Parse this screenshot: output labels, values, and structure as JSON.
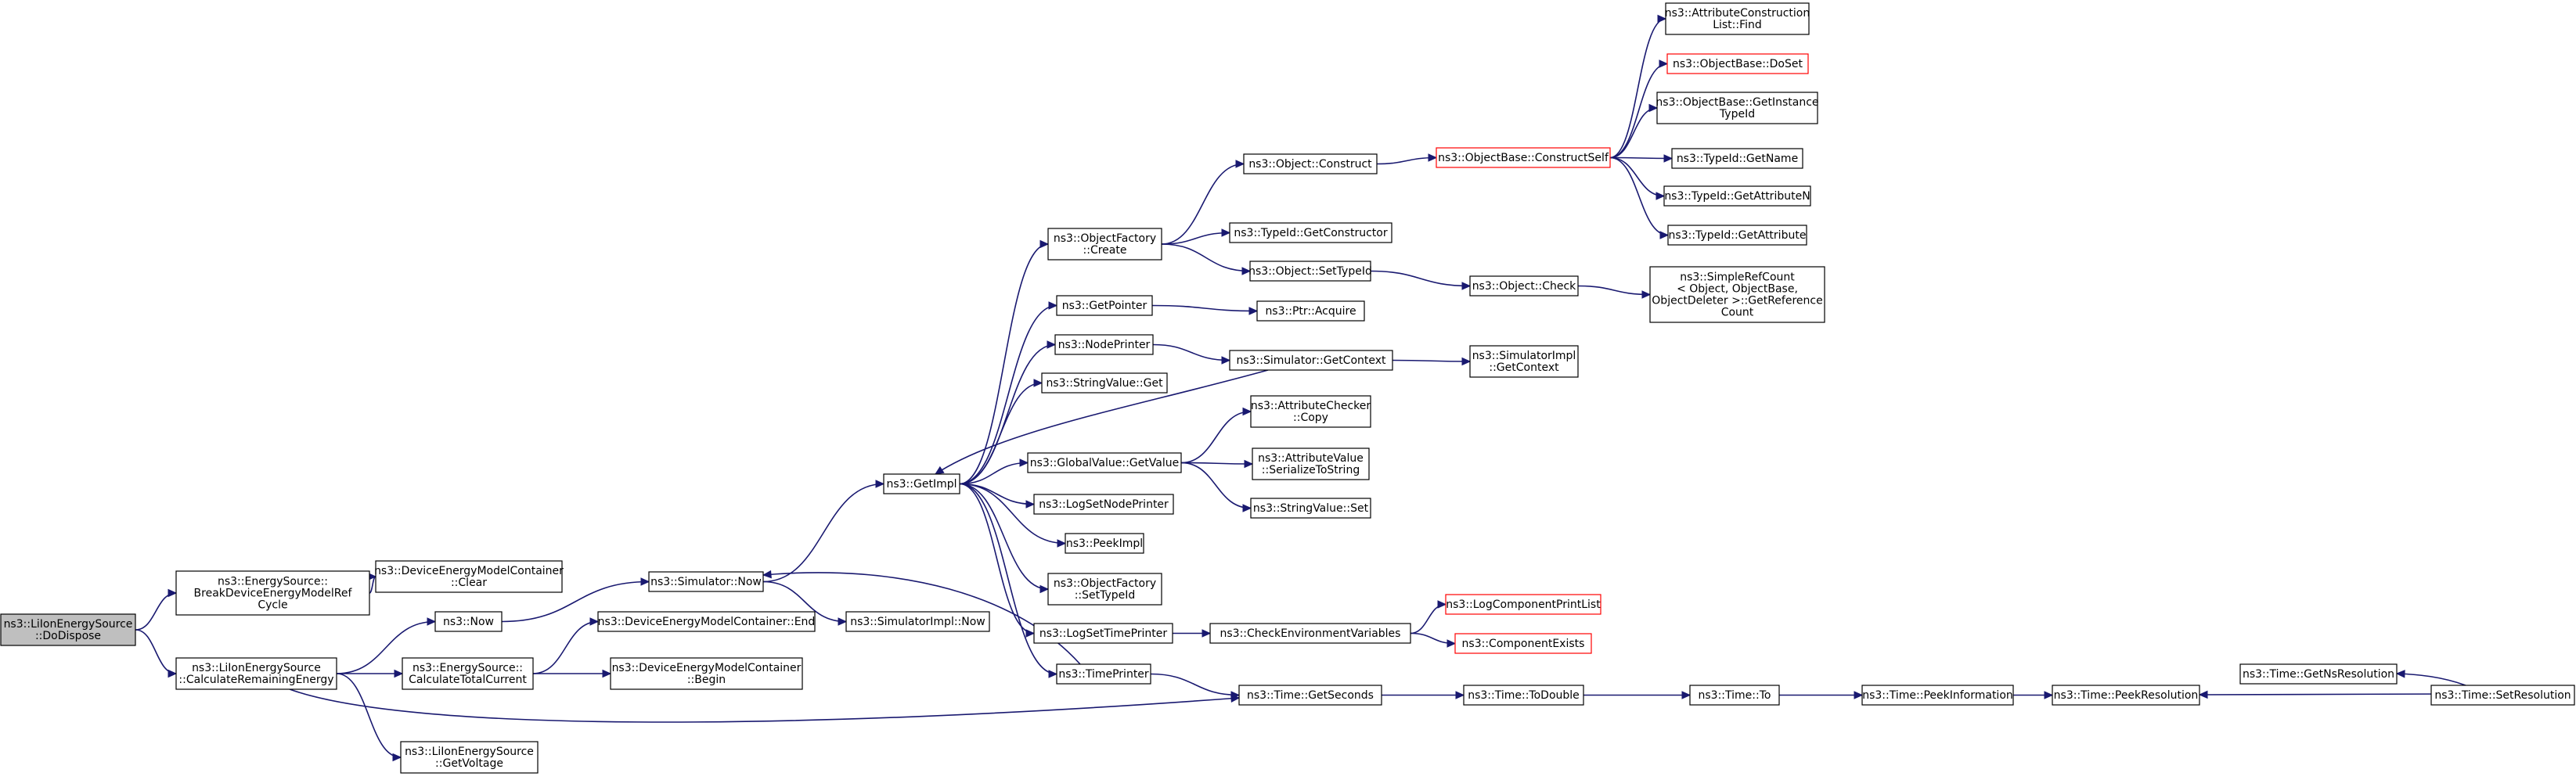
{
  "colors": {
    "edge": "#191970",
    "box_border": "#000000",
    "truncated_border": "#ff0000",
    "root_fill": "#bfbfbf",
    "background": "#ffffff"
  },
  "nodes": [
    {
      "id": "root",
      "lines": [
        "ns3::LiIonEnergySource",
        "::DoDispose"
      ],
      "root": true
    },
    {
      "id": "breakdev",
      "lines": [
        "ns3::EnergySource::",
        "BreakDeviceEnergyModelRef",
        "Cycle"
      ]
    },
    {
      "id": "calcrem",
      "lines": [
        "ns3::LiIonEnergySource",
        "::CalculateRemainingEnergy"
      ]
    },
    {
      "id": "demclear",
      "lines": [
        "ns3::DeviceEnergyModelContainer",
        "::Clear"
      ]
    },
    {
      "id": "now",
      "lines": [
        "ns3::Now"
      ]
    },
    {
      "id": "calctot",
      "lines": [
        "ns3::EnergySource::",
        "CalculateTotalCurrent"
      ]
    },
    {
      "id": "getvolt",
      "lines": [
        "ns3::LiIonEnergySource",
        "::GetVoltage"
      ]
    },
    {
      "id": "simnow",
      "lines": [
        "ns3::Simulator::Now"
      ]
    },
    {
      "id": "demend",
      "lines": [
        "ns3::DeviceEnergyModelContainer::End"
      ]
    },
    {
      "id": "dembegin",
      "lines": [
        "ns3::DeviceEnergyModelContainer",
        "::Begin"
      ]
    },
    {
      "id": "simimplnow",
      "lines": [
        "ns3::SimulatorImpl::Now"
      ]
    },
    {
      "id": "getimpl",
      "lines": [
        "ns3::GetImpl"
      ]
    },
    {
      "id": "objfactcreate",
      "lines": [
        "ns3::ObjectFactory",
        "::Create"
      ]
    },
    {
      "id": "getpointer",
      "lines": [
        "ns3::GetPointer"
      ]
    },
    {
      "id": "nodeprinter",
      "lines": [
        "ns3::NodePrinter"
      ]
    },
    {
      "id": "stringvalueget",
      "lines": [
        "ns3::StringValue::Get"
      ]
    },
    {
      "id": "globalvalueget",
      "lines": [
        "ns3::GlobalValue::GetValue"
      ]
    },
    {
      "id": "logsetnodeprinter",
      "lines": [
        "ns3::LogSetNodePrinter"
      ]
    },
    {
      "id": "peekimpl",
      "lines": [
        "ns3::PeekImpl"
      ]
    },
    {
      "id": "objfactsettypeid",
      "lines": [
        "ns3::ObjectFactory",
        "::SetTypeId"
      ]
    },
    {
      "id": "logsettimeprinter",
      "lines": [
        "ns3::LogSetTimePrinter"
      ]
    },
    {
      "id": "timeprinter",
      "lines": [
        "ns3::TimePrinter"
      ]
    },
    {
      "id": "objconstruct",
      "lines": [
        "ns3::Object::Construct"
      ]
    },
    {
      "id": "typeidgetctor",
      "lines": [
        "ns3::TypeId::GetConstructor"
      ]
    },
    {
      "id": "objsettypeid",
      "lines": [
        "ns3::Object::SetTypeId"
      ]
    },
    {
      "id": "ptracquire",
      "lines": [
        "ns3::Ptr::Acquire"
      ]
    },
    {
      "id": "simgetcontext",
      "lines": [
        "ns3::Simulator::GetContext"
      ]
    },
    {
      "id": "attrcheckercopy",
      "lines": [
        "ns3::AttributeChecker",
        "::Copy"
      ]
    },
    {
      "id": "attrvalueser",
      "lines": [
        "ns3::AttributeValue",
        "::SerializeToString"
      ]
    },
    {
      "id": "stringvalueset",
      "lines": [
        "ns3::StringValue::Set"
      ]
    },
    {
      "id": "checkenv",
      "lines": [
        "ns3::CheckEnvironmentVariables"
      ]
    },
    {
      "id": "timegetseconds",
      "lines": [
        "ns3::Time::GetSeconds"
      ]
    },
    {
      "id": "objbaseconstructself",
      "lines": [
        "ns3::ObjectBase::ConstructSelf"
      ],
      "truncated": true
    },
    {
      "id": "objcheck",
      "lines": [
        "ns3::Object::Check"
      ]
    },
    {
      "id": "simimplgetcontext",
      "lines": [
        "ns3::SimulatorImpl",
        "::GetContext"
      ]
    },
    {
      "id": "logcompprintlist",
      "lines": [
        "ns3::LogComponentPrintList"
      ],
      "truncated": true
    },
    {
      "id": "compexists",
      "lines": [
        "ns3::ComponentExists"
      ],
      "truncated": true
    },
    {
      "id": "timetodouble",
      "lines": [
        "ns3::Time::ToDouble"
      ]
    },
    {
      "id": "attrconstrfind",
      "lines": [
        "ns3::AttributeConstruction",
        "List::Find"
      ]
    },
    {
      "id": "objbasedoset",
      "lines": [
        "ns3::ObjectBase::DoSet"
      ],
      "truncated": true
    },
    {
      "id": "objbasegetinst",
      "lines": [
        "ns3::ObjectBase::GetInstance",
        "TypeId"
      ]
    },
    {
      "id": "typeidgetname",
      "lines": [
        "ns3::TypeId::GetName"
      ]
    },
    {
      "id": "typeidgetattrn",
      "lines": [
        "ns3::TypeId::GetAttributeN"
      ]
    },
    {
      "id": "typeidgetattr",
      "lines": [
        "ns3::TypeId::GetAttribute"
      ]
    },
    {
      "id": "simplerefcount",
      "lines": [
        "ns3::SimpleRefCount",
        "< Object, ObjectBase,",
        "ObjectDeleter >::GetReference",
        "Count"
      ]
    },
    {
      "id": "timeto",
      "lines": [
        "ns3::Time::To"
      ]
    },
    {
      "id": "timepeekinfo",
      "lines": [
        "ns3::Time::PeekInformation"
      ]
    },
    {
      "id": "timepeekres",
      "lines": [
        "ns3::Time::PeekResolution"
      ]
    },
    {
      "id": "timegetnsres",
      "lines": [
        "ns3::Time::GetNsResolution"
      ]
    },
    {
      "id": "timesetres",
      "lines": [
        "ns3::Time::SetResolution"
      ]
    }
  ],
  "edges": [
    [
      "root",
      "breakdev"
    ],
    [
      "root",
      "calcrem"
    ],
    [
      "breakdev",
      "demclear"
    ],
    [
      "calcrem",
      "now"
    ],
    [
      "calcrem",
      "calctot"
    ],
    [
      "calcrem",
      "getvolt"
    ],
    [
      "calcrem",
      "timegetseconds"
    ],
    [
      "now",
      "simnow"
    ],
    [
      "calctot",
      "demend"
    ],
    [
      "calctot",
      "dembegin"
    ],
    [
      "simnow",
      "getimpl"
    ],
    [
      "simnow",
      "simimplnow"
    ],
    [
      "getimpl",
      "objfactcreate"
    ],
    [
      "getimpl",
      "getpointer"
    ],
    [
      "getimpl",
      "nodeprinter"
    ],
    [
      "getimpl",
      "stringvalueget"
    ],
    [
      "getimpl",
      "globalvalueget"
    ],
    [
      "getimpl",
      "logsetnodeprinter"
    ],
    [
      "getimpl",
      "peekimpl"
    ],
    [
      "getimpl",
      "objfactsettypeid"
    ],
    [
      "getimpl",
      "logsettimeprinter"
    ],
    [
      "getimpl",
      "timeprinter"
    ],
    [
      "objfactcreate",
      "objconstruct"
    ],
    [
      "objfactcreate",
      "typeidgetctor"
    ],
    [
      "objfactcreate",
      "objsettypeid"
    ],
    [
      "getpointer",
      "ptracquire"
    ],
    [
      "nodeprinter",
      "simgetcontext"
    ],
    [
      "globalvalueget",
      "attrcheckercopy"
    ],
    [
      "globalvalueget",
      "attrvalueser"
    ],
    [
      "globalvalueget",
      "stringvalueset"
    ],
    [
      "logsettimeprinter",
      "checkenv"
    ],
    [
      "timeprinter",
      "timegetseconds"
    ],
    [
      "timeprinter",
      "simnow"
    ],
    [
      "objconstruct",
      "objbaseconstructself"
    ],
    [
      "objsettypeid",
      "objcheck"
    ],
    [
      "simgetcontext",
      "getimpl"
    ],
    [
      "simgetcontext",
      "simimplgetcontext"
    ],
    [
      "checkenv",
      "logcompprintlist"
    ],
    [
      "checkenv",
      "compexists"
    ],
    [
      "timegetseconds",
      "timetodouble"
    ],
    [
      "objbaseconstructself",
      "attrconstrfind"
    ],
    [
      "objbaseconstructself",
      "objbasedoset"
    ],
    [
      "objbaseconstructself",
      "objbasegetinst"
    ],
    [
      "objbaseconstructself",
      "typeidgetname"
    ],
    [
      "objbaseconstructself",
      "typeidgetattrn"
    ],
    [
      "objbaseconstructself",
      "typeidgetattr"
    ],
    [
      "objcheck",
      "simplerefcount"
    ],
    [
      "timetodouble",
      "timeto"
    ],
    [
      "timeto",
      "timepeekinfo"
    ],
    [
      "timepeekinfo",
      "timepeekres"
    ],
    [
      "timesetres",
      "timegetnsres"
    ],
    [
      "timesetres",
      "timepeekres"
    ]
  ]
}
